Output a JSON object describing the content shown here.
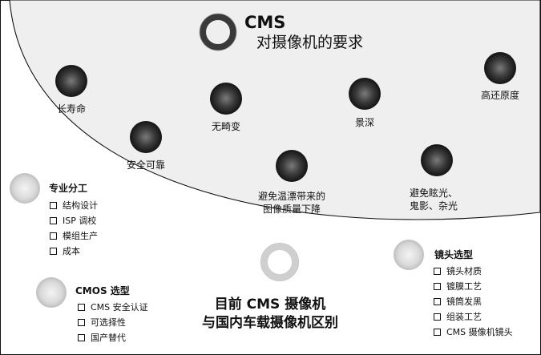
{
  "top_title": {
    "line1": "CMS",
    "line2": "对摄像机的要求"
  },
  "requirements": [
    {
      "label": "长寿命"
    },
    {
      "label": "安全可靠"
    },
    {
      "label": "无畸变"
    },
    {
      "label": "避免温漂带来的",
      "label2": "图像质量下降"
    },
    {
      "label": "景深"
    },
    {
      "label": "避免眩光、",
      "label2": "鬼影、杂光"
    },
    {
      "label": "高还原度"
    }
  ],
  "bottom_title": {
    "line1": "目前 CMS 摄像机",
    "line2": "与国内车载摄像机区别"
  },
  "groups": {
    "specialization": {
      "title": "专业分工",
      "items": [
        "结构设计",
        "ISP 调校",
        "模组生产",
        "成本"
      ]
    },
    "cmos": {
      "title": "CMOS 选型",
      "items": [
        "CMS 安全认证",
        "可选择性",
        "国产替代"
      ]
    },
    "lens": {
      "title": "镜头选型",
      "items": [
        "镜头材质",
        "镀膜工艺",
        "镜筒发黑",
        "组装工艺",
        "CMS 摄像机镜头"
      ]
    }
  }
}
